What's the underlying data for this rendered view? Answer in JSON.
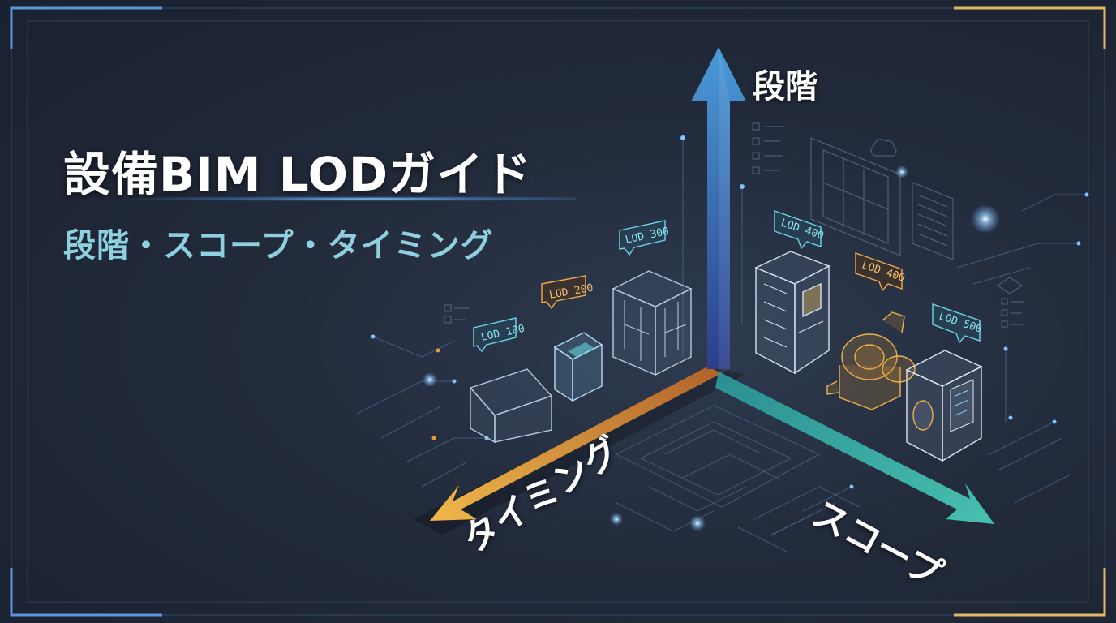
{
  "title": "設備BIM LODガイド",
  "subtitle": "段階・スコープ・タイミング",
  "axes": {
    "vertical": "段階",
    "left": "タイミング",
    "right": "スコープ"
  },
  "lod_tags": [
    "LOD 100",
    "LOD 200",
    "LOD 300",
    "LOD 400",
    "LOD 400",
    "LOD 500"
  ],
  "colors": {
    "background": "#222b3b",
    "title": "#ffffff",
    "subtitle": "#8fd0e0",
    "axis_vertical": "#3a78c8",
    "axis_left": "#e0a040",
    "axis_right": "#3bb0aa",
    "tag_cyan": "#6fd6e8",
    "tag_orange": "#f0a850",
    "frame_blue": "#4f86c6",
    "frame_gold": "#d9b060"
  }
}
